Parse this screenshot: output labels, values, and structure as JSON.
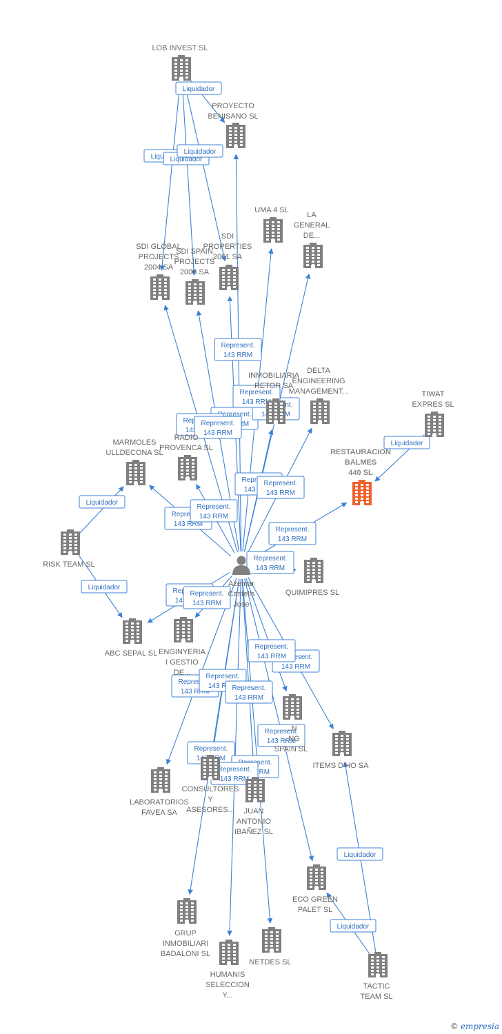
{
  "footer": {
    "copyright_symbol": "©",
    "brand": "empresia"
  },
  "colors": {
    "edge": "#3c82d6",
    "company": "#808080",
    "focus_company": "#f0622e",
    "person": "#808080"
  },
  "person": {
    "id": "p",
    "lines": [
      "Azemar",
      "Castells",
      "Jose"
    ],
    "icon": "person-icon"
  },
  "nodes": [
    {
      "id": "lob",
      "lines": [
        "LOB INVEST SL"
      ]
    },
    {
      "id": "benisano",
      "lines": [
        "PROYECTO",
        "BENISANO  SL"
      ]
    },
    {
      "id": "uma4",
      "lines": [
        "UMA 4 SL"
      ]
    },
    {
      "id": "lageneral",
      "lines": [
        "LA",
        "GENERAL",
        "DE..."
      ]
    },
    {
      "id": "sdiglobal",
      "lines": [
        "SDI GLOBAL",
        "PROJECTS",
        "2004 SA"
      ]
    },
    {
      "id": "sdispain",
      "lines": [
        "SDI SPAIN",
        "PROJECTS",
        "2006 SA"
      ]
    },
    {
      "id": "sdiprop",
      "lines": [
        "SDI",
        "PROPERTIES",
        "2001 SA"
      ]
    },
    {
      "id": "inmob",
      "lines": [
        "INMOBILIARIA",
        "RETOR SA"
      ]
    },
    {
      "id": "delta",
      "lines": [
        "DELTA",
        "ENGINEERING",
        "MANAGEMENT..."
      ]
    },
    {
      "id": "tiwat",
      "lines": [
        "TIWAT",
        "EXPRES  SL"
      ]
    },
    {
      "id": "restauracion",
      "lines": [
        "RESTAURACION",
        "BALMES",
        "440  SL"
      ],
      "focus": true
    },
    {
      "id": "marmoles",
      "lines": [
        "MARMOLES",
        "ULLDECONA SL"
      ]
    },
    {
      "id": "radio",
      "lines": [
        "RADIO",
        "PROVENCA SL"
      ]
    },
    {
      "id": "riskteam",
      "lines": [
        "RISK TEAM SL"
      ]
    },
    {
      "id": "quimipres",
      "lines": [
        "QUIMIPRES SL"
      ]
    },
    {
      "id": "abcsepal",
      "lines": [
        "ABC SEPAL SL"
      ]
    },
    {
      "id": "enginyeria",
      "lines": [
        "ENGINYERIA",
        "I GESTIO",
        "DE..."
      ]
    },
    {
      "id": "engspain",
      "lines": [
        "...N",
        "...NG",
        "SPAIN SL"
      ]
    },
    {
      "id": "itemsdho",
      "lines": [
        "ITEMS D'HO SA"
      ]
    },
    {
      "id": "laboratorios",
      "lines": [
        "LABORATORIOS",
        "FAVEA SA"
      ]
    },
    {
      "id": "consultores",
      "lines": [
        "CONSULTORES",
        "Y",
        "ASESORES..."
      ]
    },
    {
      "id": "juanantonio",
      "lines": [
        "JUAN",
        "ANTONIO",
        "IBAÑEZ  SL"
      ]
    },
    {
      "id": "ecogreen",
      "lines": [
        "ECO GREEN",
        "PALET SL"
      ]
    },
    {
      "id": "grup",
      "lines": [
        "GRUP",
        "INMOBILIARI",
        "BADALONI SL"
      ]
    },
    {
      "id": "netdes",
      "lines": [
        "NETDES SL"
      ]
    },
    {
      "id": "humanis",
      "lines": [
        "HUMANIS",
        "SELECCION",
        "Y..."
      ]
    },
    {
      "id": "tactic",
      "lines": [
        "TACTIC",
        "TEAM  SL"
      ]
    }
  ],
  "edges": [
    {
      "from": "lob",
      "to": "benisano",
      "lines": [
        "Liquidador"
      ]
    },
    {
      "from": "lob",
      "to": "sdiglobal",
      "lines": [
        "Liquidador"
      ]
    },
    {
      "from": "lob",
      "to": "sdispain",
      "lines": [
        "Liquidador"
      ]
    },
    {
      "from": "lob",
      "to": "sdiprop",
      "lines": [
        "Liquidador"
      ]
    },
    {
      "from": "riskteam",
      "to": "marmoles",
      "lines": [
        "Liquidador"
      ]
    },
    {
      "from": "riskteam",
      "to": "abcsepal",
      "lines": [
        "Liquidador"
      ]
    },
    {
      "from": "tiwat",
      "to": "restauracion",
      "lines": [
        "Liquidador"
      ]
    },
    {
      "from": "tactic",
      "to": "itemsdho",
      "lines": [
        "Liquidador"
      ]
    },
    {
      "from": "tactic",
      "to": "ecogreen",
      "lines": [
        "Liquidador"
      ]
    },
    {
      "from": "p",
      "to": "benisano",
      "lines": [
        "Represent.",
        "143 RRM"
      ]
    },
    {
      "from": "p",
      "to": "uma4",
      "lines": [
        "Represent.",
        "143 RRM"
      ]
    },
    {
      "from": "p",
      "to": "lageneral",
      "lines": [
        "Represent.",
        "143 RRM"
      ]
    },
    {
      "from": "p",
      "to": "sdiglobal",
      "lines": [
        "Represent.",
        "143 RRM"
      ]
    },
    {
      "from": "p",
      "to": "sdispain",
      "lines": [
        "Represent.",
        "143 RRM"
      ]
    },
    {
      "from": "p",
      "to": "sdiprop",
      "lines": [
        "Represent.",
        "143 RRM"
      ]
    },
    {
      "from": "p",
      "to": "inmob",
      "lines": [
        "Represent.",
        "143 RRM"
      ]
    },
    {
      "from": "p",
      "to": "delta",
      "lines": [
        "Represent.",
        "143 RRM"
      ]
    },
    {
      "from": "p",
      "to": "restauracion",
      "lines": [
        "Represent.",
        "143 RRM"
      ]
    },
    {
      "from": "p",
      "to": "marmoles",
      "lines": [
        "Represent.",
        "143 RRM"
      ]
    },
    {
      "from": "p",
      "to": "radio",
      "lines": [
        "Represent.",
        "143 RRM"
      ]
    },
    {
      "from": "p",
      "to": "quimipres",
      "lines": [
        "Represent.",
        "143 RRM"
      ]
    },
    {
      "from": "p",
      "to": "abcsepal",
      "lines": [
        "Represent.",
        "143 RRM"
      ]
    },
    {
      "from": "p",
      "to": "enginyeria",
      "lines": [
        "Represent.",
        "143 RRM"
      ]
    },
    {
      "from": "p",
      "to": "engspain",
      "lines": [
        "Represent.",
        "143 RRM"
      ]
    },
    {
      "from": "p",
      "to": "itemsdho",
      "lines": [
        "Represent.",
        "143 RRM"
      ]
    },
    {
      "from": "p",
      "to": "laboratorios",
      "lines": [
        "Represent.",
        "143 RRM"
      ]
    },
    {
      "from": "p",
      "to": "consultores",
      "lines": [
        "Represent.",
        "143 RRM"
      ]
    },
    {
      "from": "p",
      "to": "juanantonio",
      "lines": [
        "Represent.",
        "143 RRM"
      ]
    },
    {
      "from": "p",
      "to": "ecogreen",
      "lines": [
        "Represent.",
        "143 RRM"
      ]
    },
    {
      "from": "p",
      "to": "grup",
      "lines": [
        "Represent.",
        "143 RRM"
      ]
    },
    {
      "from": "p",
      "to": "netdes",
      "lines": [
        "Represent.",
        "143 RRM"
      ]
    },
    {
      "from": "p",
      "to": "humanis",
      "lines": [
        "Represent.",
        "143 RRM"
      ]
    }
  ]
}
